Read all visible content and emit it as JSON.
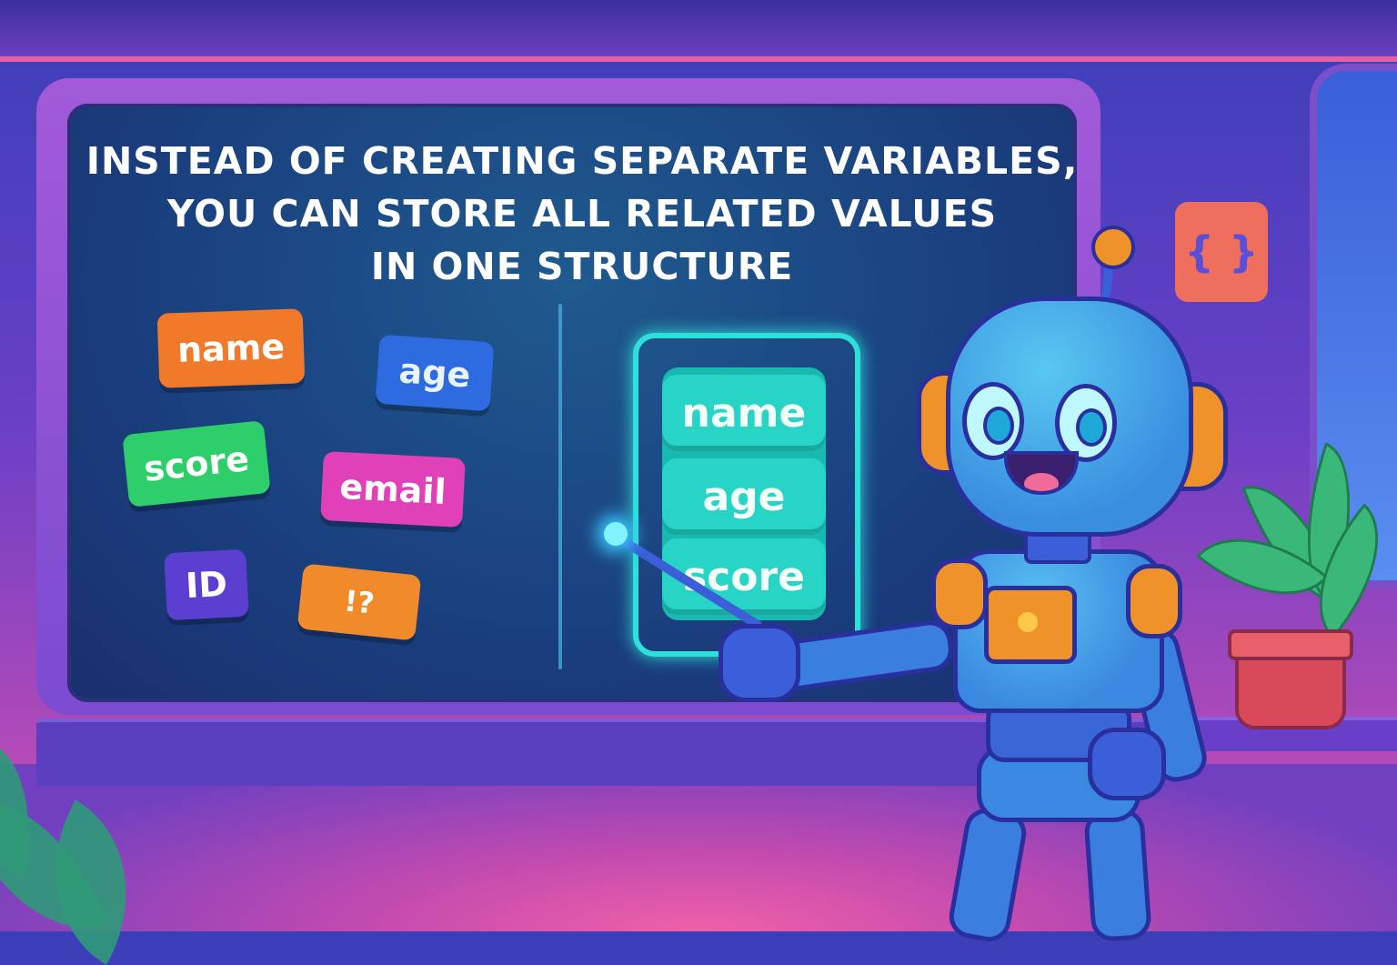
{
  "headline": {
    "line1": "INSTEAD OF CREATING SEPARATE VARIABLES,",
    "line2": "YOU CAN STORE ALL RELATED VALUES",
    "line3": "IN ONE STRUCTURE"
  },
  "scattered_tags": [
    "name",
    "age",
    "score",
    "email",
    "ID",
    "!?"
  ],
  "structure_cells": [
    "name",
    "age",
    "score"
  ],
  "code_sign": "{ }",
  "colors": {
    "tag_name": "#f07a2a",
    "tag_age": "#2e6ae0",
    "tag_score": "#2ecf6a",
    "tag_email": "#e040b8",
    "tag_id": "#5a3fd0",
    "tag_unknown": "#f08a2a",
    "structure": "#28d4c6"
  }
}
